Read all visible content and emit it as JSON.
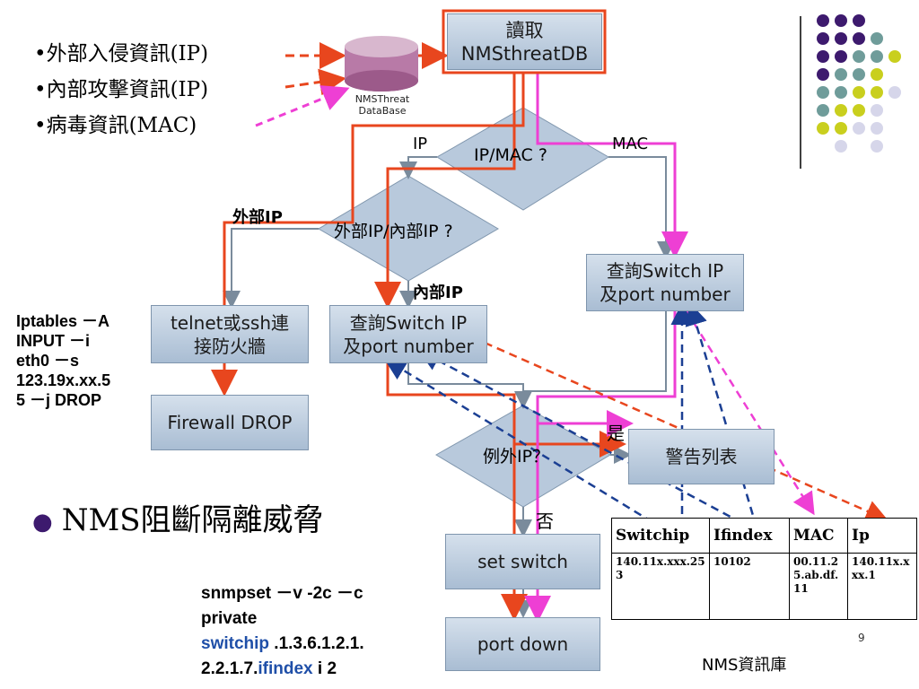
{
  "bullets": [
    {
      "mark": "•",
      "text": "外部入侵資訊(IP)"
    },
    {
      "mark": "•",
      "text": "內部攻擊資訊(IP)"
    },
    {
      "mark": "•",
      "text": "病毒資訊(MAC)"
    }
  ],
  "database": {
    "label_line1": "NMSThreat",
    "label_line2": "DataBase"
  },
  "nodes": {
    "read_db": {
      "line1": "讀取",
      "line2": "NMSthreatDB"
    },
    "ip_mac_decision": "IP/MAC ?",
    "ext_int_decision": "外部IP/內部IP ?",
    "telnet_firewall": {
      "line1": "telnet或ssh連",
      "line2": "接防火牆"
    },
    "query_switch_left": {
      "line1": "查詢Switch IP",
      "line2": "及port number"
    },
    "query_switch_right": {
      "line1": "查詢Switch IP",
      "line2": "及port number"
    },
    "firewall_drop": "Firewall DROP",
    "exception_decision": "例外IP？",
    "warning_list": "警告列表",
    "set_switch": "set switch",
    "port_down": "port down"
  },
  "edge_labels": {
    "ip": "IP",
    "mac": "MAC",
    "external_ip": "外部IP",
    "internal_ip": "內部IP",
    "yes": "是",
    "no": "否"
  },
  "iptables_command": [
    "Iptables －A",
    "INPUT －i",
    "eth0 －s",
    "123.19x.xx.5",
    "5 －j DROP"
  ],
  "heading": {
    "bullet": "●",
    "text": "NMS阻斷隔離威脅"
  },
  "snmp_command": {
    "line1": "snmpset －v -2c －c",
    "line2": "private",
    "line3_highlight": "switchip",
    "line3_rest": " .1.3.6.1.2.1.",
    "line4_start": "2.2.1.7.",
    "line4_highlight": "ifindex",
    "line4_end": " i 2"
  },
  "nms_table": {
    "headers": [
      "Switchip",
      "Ifindex",
      "MAC",
      "Ip"
    ],
    "row": [
      "140.11x.xxx.253",
      "10102",
      "00.11.25.ab.df.11",
      "140.11x.xxx.1"
    ]
  },
  "nms_caption": "NMS資訊庫",
  "page_number": "9",
  "colors": {
    "red_arrow": "#e8461e",
    "magenta_arrow": "#ee3fd4",
    "gray_arrow": "#7a8b9c",
    "blue_dashed": "#1b3f93",
    "box_fill": "#b8c9dc",
    "dot_purple": "#3d1a6e",
    "dot_teal": "#6f9c9a",
    "dot_yellow": "#c9cf1e",
    "dot_lavender": "#d6d6ea"
  }
}
